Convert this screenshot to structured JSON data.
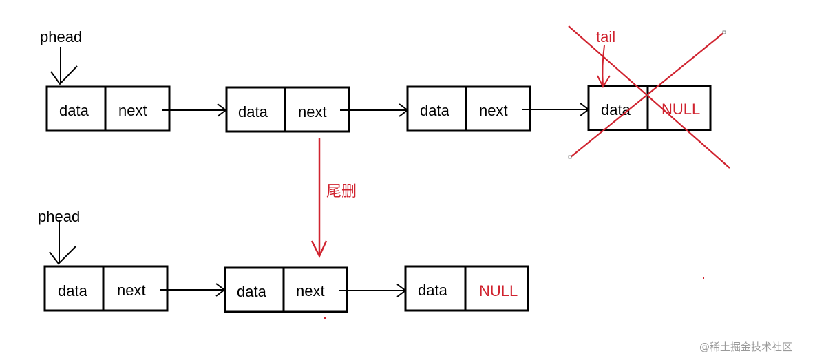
{
  "colors": {
    "black": "#000000",
    "red": "#d0232f"
  },
  "top_row": {
    "head_label": "phead",
    "tail_label": "tail",
    "nodes": [
      {
        "data": "data",
        "next": "next"
      },
      {
        "data": "data",
        "next": "next"
      },
      {
        "data": "data",
        "next": "next"
      },
      {
        "data": "data",
        "next": "NULL",
        "deleted": true
      }
    ]
  },
  "operation_label": "尾删",
  "bottom_row": {
    "head_label": "phead",
    "nodes": [
      {
        "data": "data",
        "next": "next"
      },
      {
        "data": "data",
        "next": "next"
      },
      {
        "data": "data",
        "next": "NULL"
      }
    ]
  },
  "watermark": "@稀土掘金技术社区"
}
